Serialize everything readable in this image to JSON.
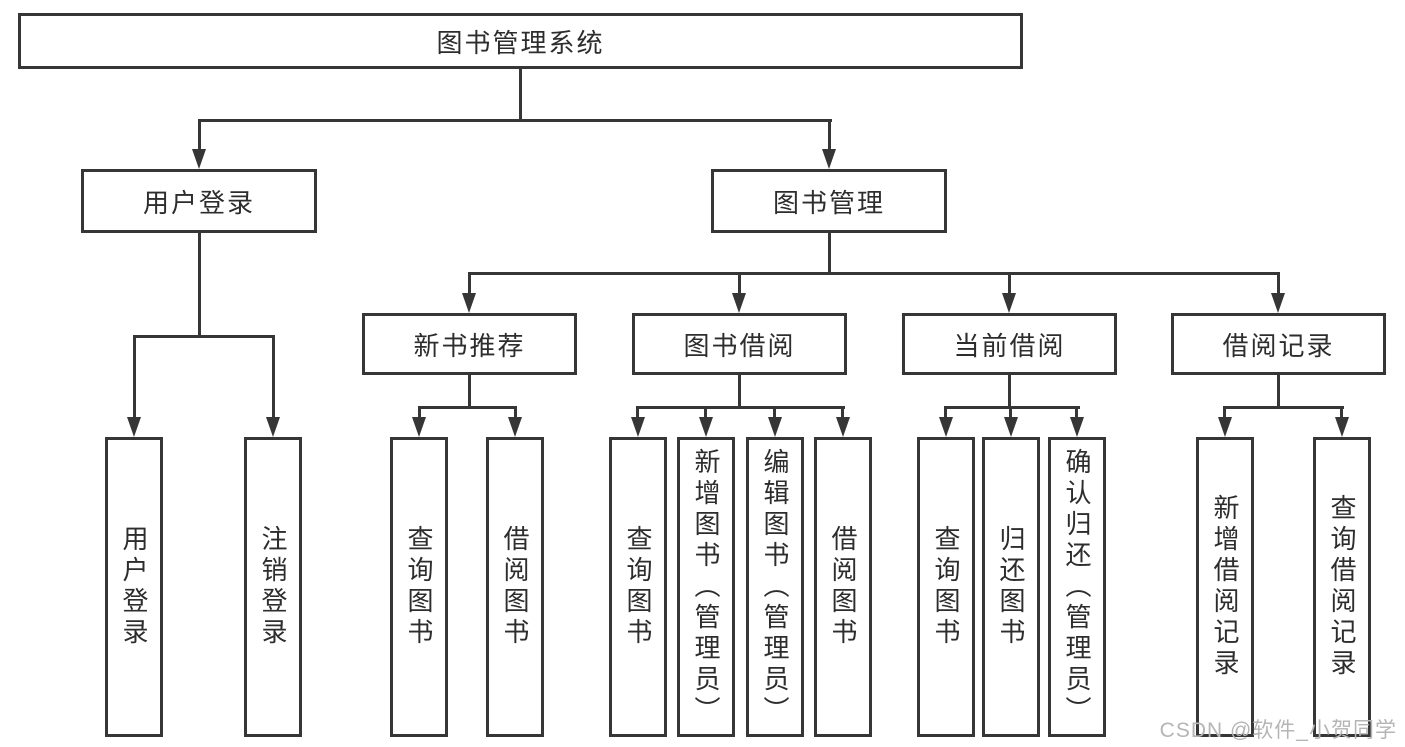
{
  "colors": {
    "stroke": "#363636",
    "text": "#2d2d2d",
    "watermark": "#b5b5b5",
    "background": "#ffffff"
  },
  "watermark": {
    "text": "CSDN @软件_小贺同学"
  },
  "tree": {
    "label": "图书管理系统",
    "children": [
      {
        "label": "用户登录",
        "children": [
          {
            "label": "用户登录"
          },
          {
            "label": "注销登录"
          }
        ]
      },
      {
        "label": "图书管理",
        "children": [
          {
            "label": "新书推荐",
            "children": [
              {
                "label": "查询图书"
              },
              {
                "label": "借阅图书"
              }
            ]
          },
          {
            "label": "图书借阅",
            "children": [
              {
                "label": "查询图书"
              },
              {
                "label": "新增图书（管理员）"
              },
              {
                "label": "编辑图书（管理员）"
              },
              {
                "label": "借阅图书"
              }
            ]
          },
          {
            "label": "当前借阅",
            "children": [
              {
                "label": "查询图书"
              },
              {
                "label": "归还图书"
              },
              {
                "label": "确认归还（管理员）"
              }
            ]
          },
          {
            "label": "借阅记录",
            "children": [
              {
                "label": "新增借阅记录"
              },
              {
                "label": "查询借阅记录"
              }
            ]
          }
        ]
      }
    ]
  }
}
